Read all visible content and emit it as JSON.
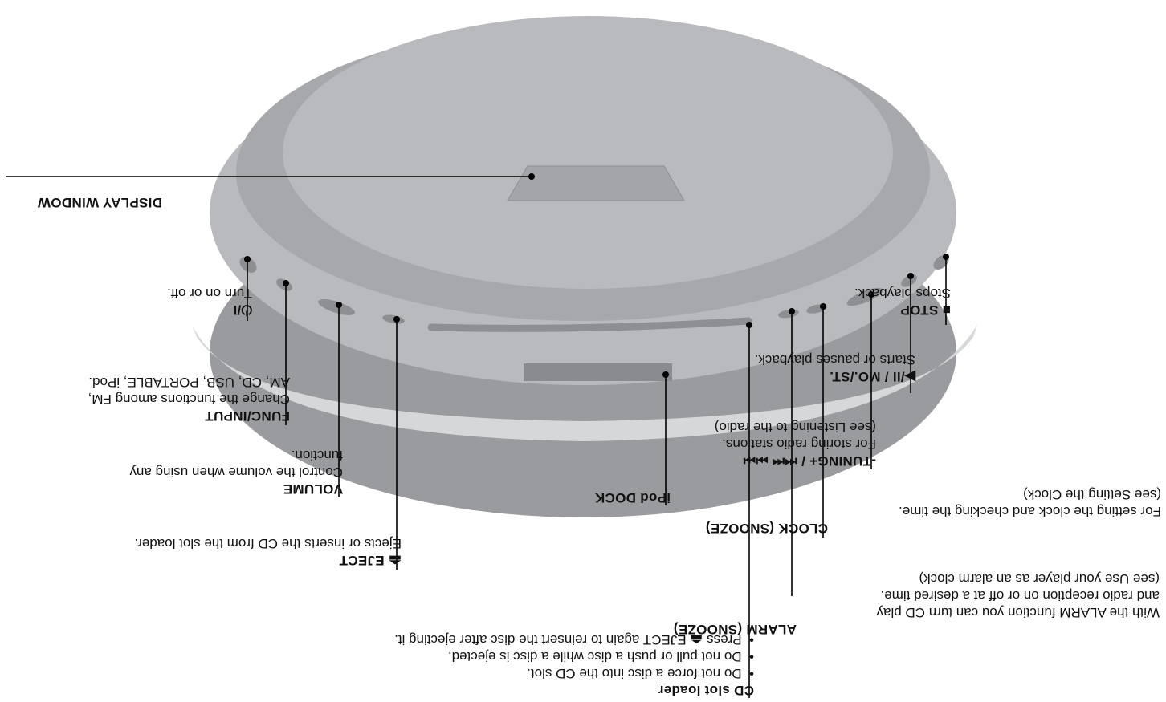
{
  "colors": {
    "body_outer": "#9a9b9e",
    "body_top": "#b9babd",
    "lid": "#a7a8ab",
    "rim_band": "#d6d7d9",
    "window": "#a4a5a8",
    "line": "#000000"
  },
  "icons": {
    "power": "power-standby-icon",
    "eject": "eject-icon",
    "play_pause": "play-pause-icon",
    "stop": "stop-square-icon",
    "skip": "skip-prev-next-icon"
  },
  "labels": {
    "cd_slot": {
      "title": "CD slot loader",
      "bullets": [
        "Do not force a disc into the CD slot.",
        "Do not pull or push a disc while a disc is ejected.",
        "Press ⏏ EJECT again to reinsert the disc after ejecting it."
      ]
    },
    "alarm": {
      "title": "ALARM (SNOOZE)",
      "desc1": "With the ALARM function you can turn CD play",
      "desc2": "and radio reception on or off at a desired time.",
      "desc3": "(see Use your player as an alarm clock)"
    },
    "clock": {
      "title": "CLOCK (SNOOZE)",
      "desc1": "For setting the clock and checking the time.",
      "desc2": "(see Setting the Clock)"
    },
    "tuning": {
      "title": "-TUNING+ / ⏮⏮ ⏭⏭",
      "desc1": "For storing radio stations.",
      "desc2": "(see Listening to the radio)"
    },
    "play": {
      "title": "▶/II / MO./ST.",
      "desc1": "Starts or pauses playback."
    },
    "stop": {
      "title": "■ STOP",
      "desc1": "Stops playback."
    },
    "ipod": {
      "title": "iPod DOCK"
    },
    "eject": {
      "title": "⏏ EJECT",
      "desc1": "Ejects or inserts the CD from the slot loader."
    },
    "volume": {
      "title": "VOLUME",
      "desc1": "Control the volume when using any",
      "desc2": "function."
    },
    "func": {
      "title": "FUNC/INPUT",
      "desc1": "Change the functions among FM,",
      "desc2": "AM, CD, USB, PORTABLE, iPod."
    },
    "power": {
      "title": "⏻/I",
      "desc1": "Turn on or off."
    },
    "display": {
      "title": "DISPLAY WINDOW"
    }
  }
}
